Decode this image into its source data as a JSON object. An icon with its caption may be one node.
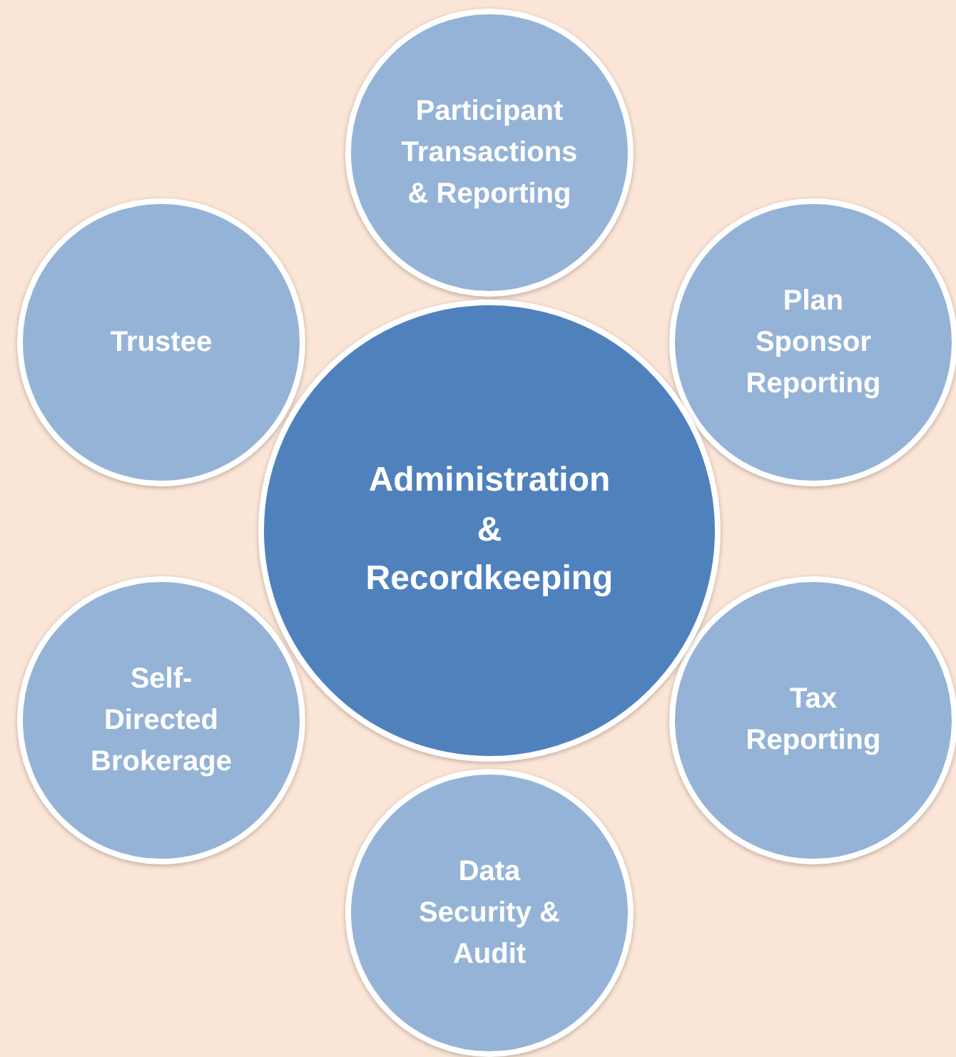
{
  "diagram": {
    "nodes": [
      {
        "text": [
          "Participant Transactions & Reporting"
        ]
      },
      {
        "text": [
          "Trustee"
        ]
      },
      {
        "text": [
          "Plan Sponsor Reporting"
        ]
      },
      {
        "text": [
          "Administration & Recordkeeping"
        ]
      },
      {
        "text": [
          "Self-Directed Brokerage"
        ]
      },
      {
        "text": [
          "Tax Reporting"
        ]
      },
      {
        "text": [
          "Data Security & Audit"
        ]
      }
    ]
  }
}
